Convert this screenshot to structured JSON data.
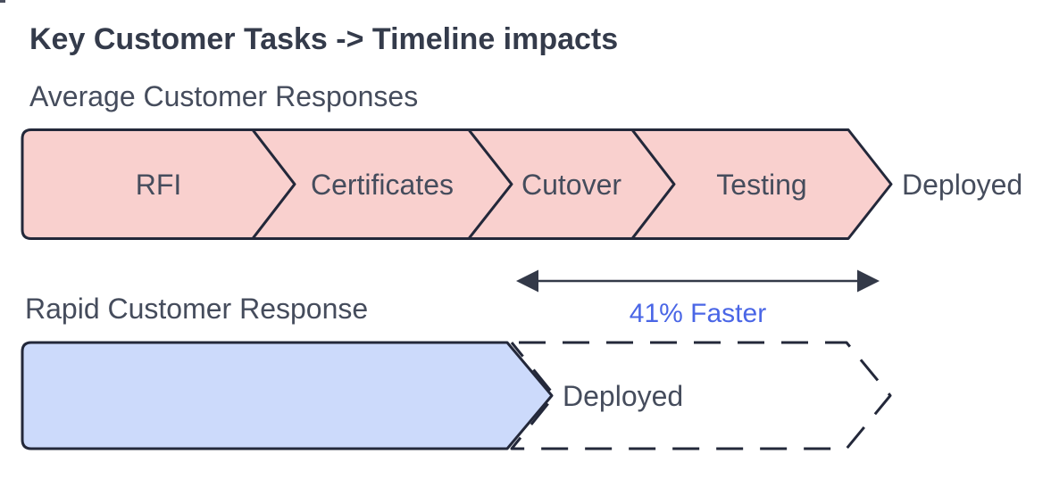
{
  "header": {
    "title": "Key Customer Tasks -> Timeline impacts"
  },
  "average_row": {
    "label": "Average Customer Responses",
    "stages": [
      {
        "label": "RFI"
      },
      {
        "label": "Certificates"
      },
      {
        "label": "Cutover"
      },
      {
        "label": "Testing"
      }
    ],
    "end_label": "Deployed"
  },
  "annotation": {
    "label": "41% Faster"
  },
  "rapid_row": {
    "label": "Rapid Customer Response",
    "end_label": "Deployed"
  },
  "colors": {
    "stage_fill_pink": "#f9d0ce",
    "stage_fill_blue": "#ccdafb",
    "shape_border": "#23283a",
    "title_text": "#343b4b",
    "label_text": "#454c5c",
    "annotation_blue": "#4a66e6",
    "measure_arrow": "#333948",
    "background": "#ffffff"
  }
}
